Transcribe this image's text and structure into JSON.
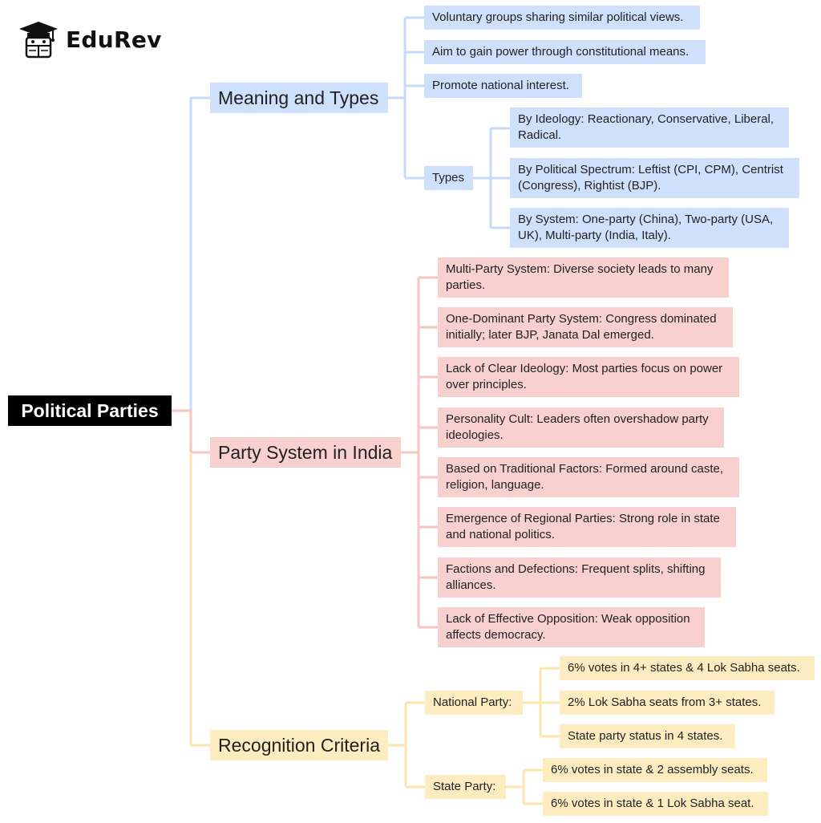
{
  "brand": {
    "name": "EduRev",
    "icon": "graduation-cap-mascot-icon"
  },
  "colors": {
    "root": "#000000",
    "blue_fill": "#cfe0fc",
    "blue_line": "#c6dafb",
    "red_fill": "#f8d0cd",
    "red_line": "#f6c6c2",
    "yellow_fill": "#fdecbf",
    "yellow_line": "#fde6ad"
  },
  "root": "Political Parties",
  "branches": {
    "meaning": {
      "label": "Meaning and Types",
      "items": [
        "Voluntary groups sharing similar political views.",
        "Aim to gain power through constitutional means.",
        "Promote national interest."
      ],
      "types": {
        "label": "Types",
        "items": [
          "By Ideology: Reactionary, Conservative, Liberal, Radical.",
          "By Political Spectrum: Leftist (CPI, CPM), Centrist (Congress), Rightist (BJP).",
          "By System: One-party (China), Two-party (USA, UK), Multi-party (India, Italy)."
        ]
      }
    },
    "system": {
      "label": "Party System in India",
      "items": [
        "Multi-Party System: Diverse society leads to many parties.",
        "One-Dominant Party System: Congress dominated initially; later BJP, Janata Dal emerged.",
        "Lack of Clear Ideology: Most parties focus on power over principles.",
        "Personality Cult: Leaders often overshadow party ideologies.",
        "Based on Traditional Factors: Formed around caste, religion, language.",
        "Emergence of Regional Parties: Strong role in state and national politics.",
        "Factions and Defections: Frequent splits, shifting alliances.",
        "Lack of Effective Opposition: Weak opposition affects democracy."
      ]
    },
    "recognition": {
      "label": "Recognition Criteria",
      "national": {
        "label": "National Party:",
        "items": [
          "6% votes in 4+ states & 4 Lok Sabha seats.",
          "2% Lok Sabha seats from 3+ states.",
          "State party status in 4 states."
        ]
      },
      "state": {
        "label": "State Party:",
        "items": [
          "6% votes in state & 2 assembly seats.",
          "6% votes in state & 1 Lok Sabha seat."
        ]
      }
    }
  }
}
